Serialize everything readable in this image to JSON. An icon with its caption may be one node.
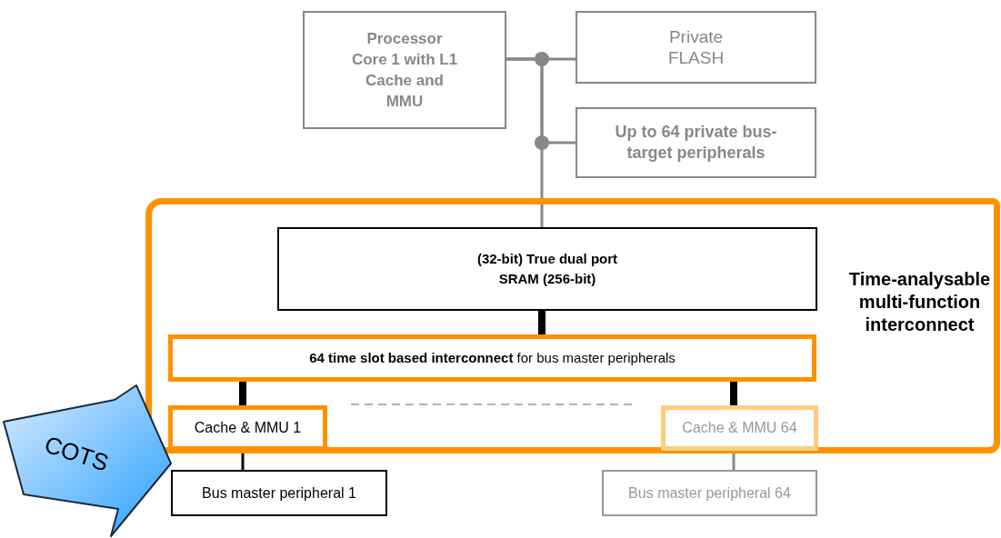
{
  "diagram": {
    "nodes": [
      {
        "text": [
          "Processor Core 1 with L1 Cache and MMU"
        ]
      },
      {
        "text": [
          "Private FLASH"
        ]
      },
      {
        "text": [
          "Up to 64 private bus-target peripherals"
        ]
      },
      {
        "text": [
          "Time-analysable multi-function interconnect"
        ]
      },
      {
        "text": [
          "(32-bit) True dual port SRAM (256-bit)"
        ],
        "in": 3
      },
      {
        "text": [
          "**64 time slot based interconnect** for bus master peripherals"
        ],
        "in": 3
      },
      {
        "text": [
          "Cache & MMU 1"
        ],
        "in": 3
      },
      {
        "text": [
          "Cache & MMU 64"
        ],
        "in": 3
      },
      {
        "text": [
          "Bus master peripheral 1"
        ]
      },
      {
        "text": [
          "Bus master peripheral 64"
        ]
      },
      {
        "text": [
          "COTS"
        ]
      }
    ],
    "edges": [
      {
        "from": 0,
        "to": 1,
        "arrow": "none",
        "color": "#888888"
      },
      {
        "from": 0,
        "to": 2,
        "arrow": "none",
        "color": "#888888"
      },
      {
        "from": 0,
        "to": 4,
        "arrow": "none",
        "color": "#888888"
      },
      {
        "from": 4,
        "to": 5,
        "arrow": "none",
        "style": "thick",
        "color": "#000000"
      },
      {
        "from": 5,
        "to": 6,
        "arrow": "none",
        "style": "thick",
        "color": "#000000"
      },
      {
        "from": 5,
        "to": 7,
        "arrow": "none",
        "style": "thick",
        "color": "#000000"
      },
      {
        "from": 6,
        "to": 8,
        "arrow": "none",
        "color": "#000000"
      },
      {
        "from": 7,
        "to": 9,
        "arrow": "none",
        "color": "#888888"
      }
    ]
  }
}
